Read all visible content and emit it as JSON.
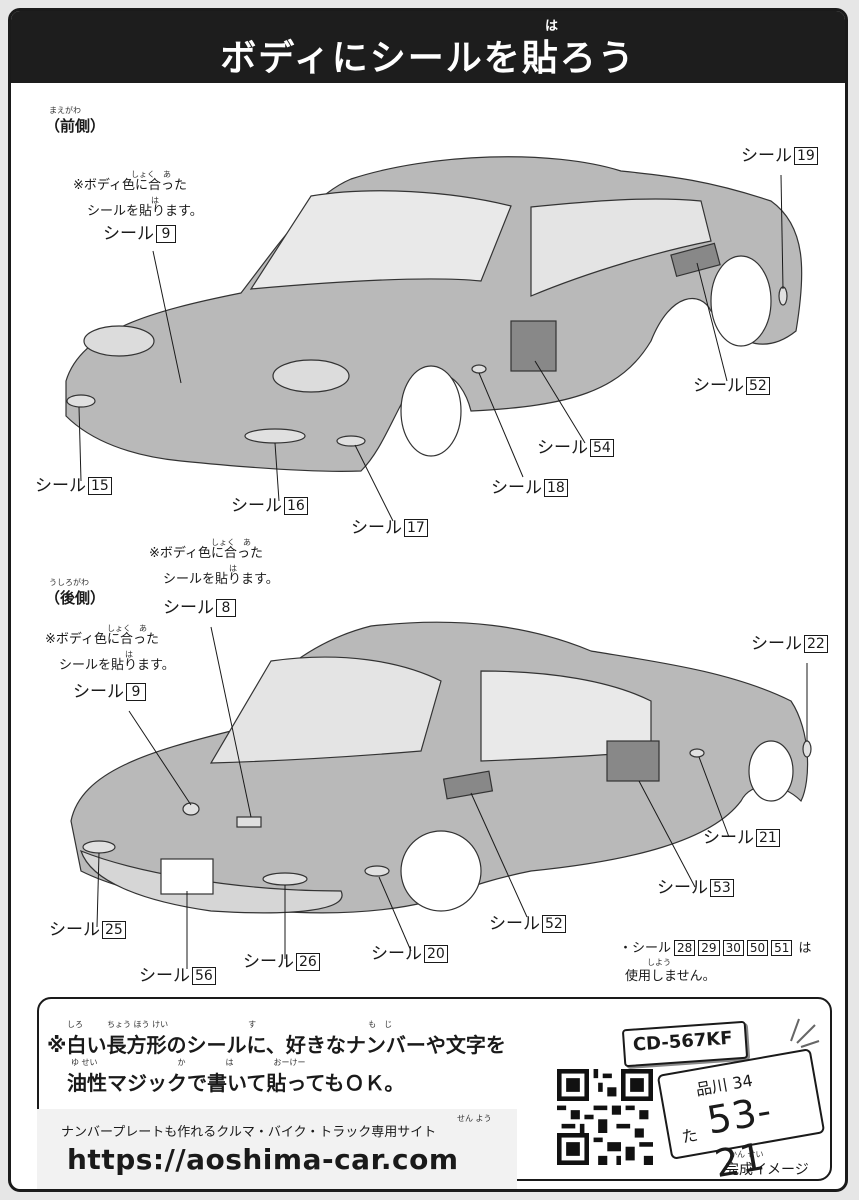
{
  "title": {
    "text": "ボディにシールを貼ろう",
    "ruby": "は"
  },
  "front": {
    "ruby": "まえがわ",
    "label": "（前側）",
    "note_ruby": "しょく　あ",
    "note_line1": "※ボディ色に合った",
    "note_ruby2": "は",
    "note_line2": "シールを貼ります。",
    "callouts": [
      {
        "text": "シール",
        "num": "19"
      },
      {
        "text": "シール",
        "num": "9"
      },
      {
        "text": "シール",
        "num": "52"
      },
      {
        "text": "シール",
        "num": "54"
      },
      {
        "text": "シール",
        "num": "15"
      },
      {
        "text": "シール",
        "num": "16"
      },
      {
        "text": "シール",
        "num": "18"
      },
      {
        "text": "シール",
        "num": "17"
      }
    ]
  },
  "rear": {
    "ruby": "うしろがわ",
    "label": "（後側）",
    "note_a_ruby": "しょく　あ",
    "note_a_line1": "※ボディ色に合った",
    "note_a_ruby2": "は",
    "note_a_line2": "シールを貼ります。",
    "note_b_ruby": "しょく　あ",
    "note_b_line1": "※ボディ色に合った",
    "note_b_ruby2": "は",
    "note_b_line2": "シールを貼ります。",
    "callouts": [
      {
        "text": "シール",
        "num": "8"
      },
      {
        "text": "シール",
        "num": "22"
      },
      {
        "text": "シール",
        "num": "9"
      },
      {
        "text": "シール",
        "num": "21"
      },
      {
        "text": "シール",
        "num": "53"
      },
      {
        "text": "シール",
        "num": "25"
      },
      {
        "text": "シール",
        "num": "52"
      },
      {
        "text": "シール",
        "num": "20"
      },
      {
        "text": "シール",
        "num": "26"
      },
      {
        "text": "シール",
        "num": "56"
      }
    ]
  },
  "unused": {
    "prefix": "・シール",
    "nums": [
      "28",
      "29",
      "30",
      "50",
      "51"
    ],
    "suffix": "は",
    "ruby": "しよう",
    "line2": "使用しません。"
  },
  "promo": {
    "ruby1": "しろ　　　ちょう ほう けい　　　　　　　　　　す　　　　　　　　　　　　　　も　じ",
    "line1": "※白い長方形のシールに、好きなナンバーや文字を",
    "ruby2": "ゆ せい　　　　　　　　　　か　　　　　は　　　　　おーけー",
    "line2": "油性マジックで書いて貼ってもＯＫ。",
    "site_ruby": "せん よう",
    "site_caption": "ナンバープレートも作れるクルマ・バイク・トラック専用サイト",
    "site_url": "https://aoshima-car.com",
    "plate_small": "CD-567KF",
    "plate_top": "品川 34",
    "plate_kana": "た",
    "plate_main": "53-21",
    "complete_ruby": "かん せい",
    "complete": "完成イメージ"
  }
}
